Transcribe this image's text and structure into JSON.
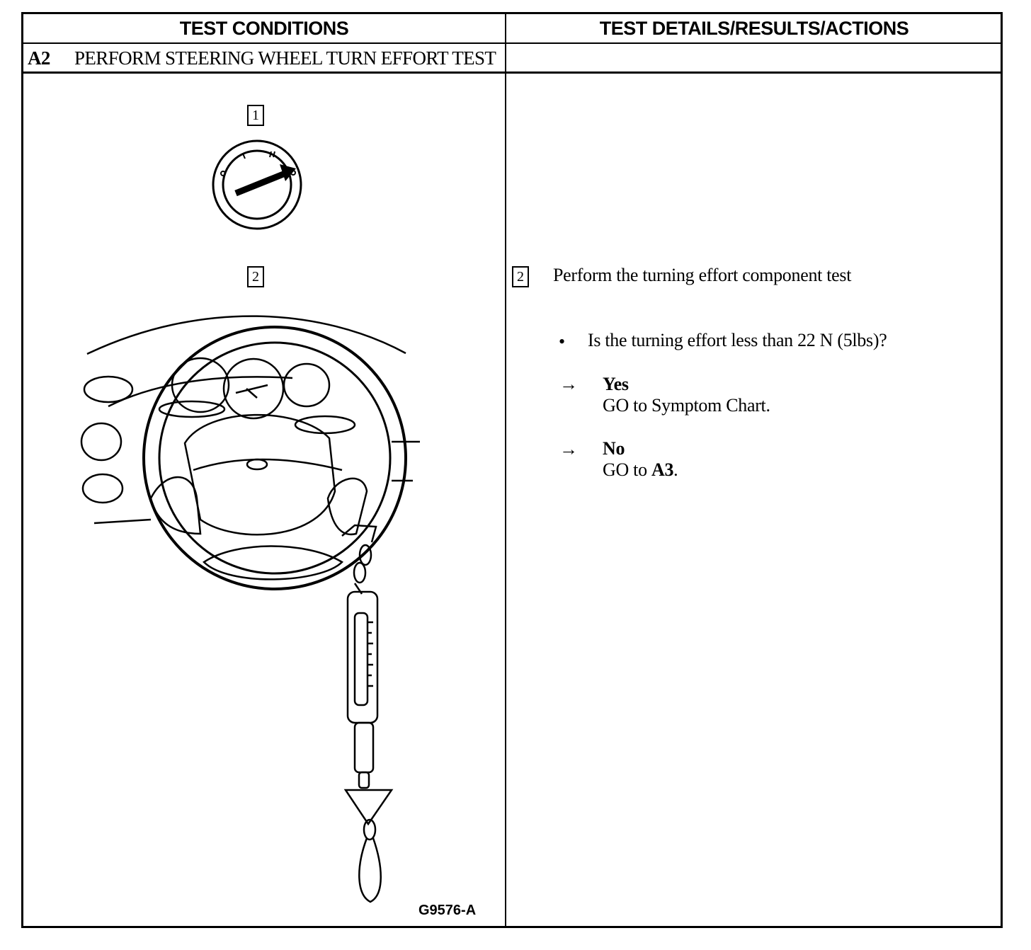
{
  "table": {
    "header_left": "TEST CONDITIONS",
    "header_right": "TEST DETAILS/RESULTS/ACTIONS"
  },
  "step": {
    "id": "A2",
    "title": "PERFORM STEERING WHEEL TURN EFFORT TEST"
  },
  "figure": {
    "callout_1": "1",
    "callout_2": "2",
    "code": "G9576-A",
    "icons": [
      "ignition-switch-icon",
      "steering-wheel-with-spring-scale-icon"
    ]
  },
  "details": {
    "callout": "2",
    "instruction": "Perform the turning effort component test",
    "bullet": "•",
    "question": "Is the turning effort less than 22 N (5lbs)?",
    "arrow": "→",
    "yes_label": "Yes",
    "yes_action": "GO to Symptom Chart.",
    "no_label": "No",
    "no_action_prefix": "GO to ",
    "no_action_ref": "A3",
    "no_action_suffix": "."
  }
}
